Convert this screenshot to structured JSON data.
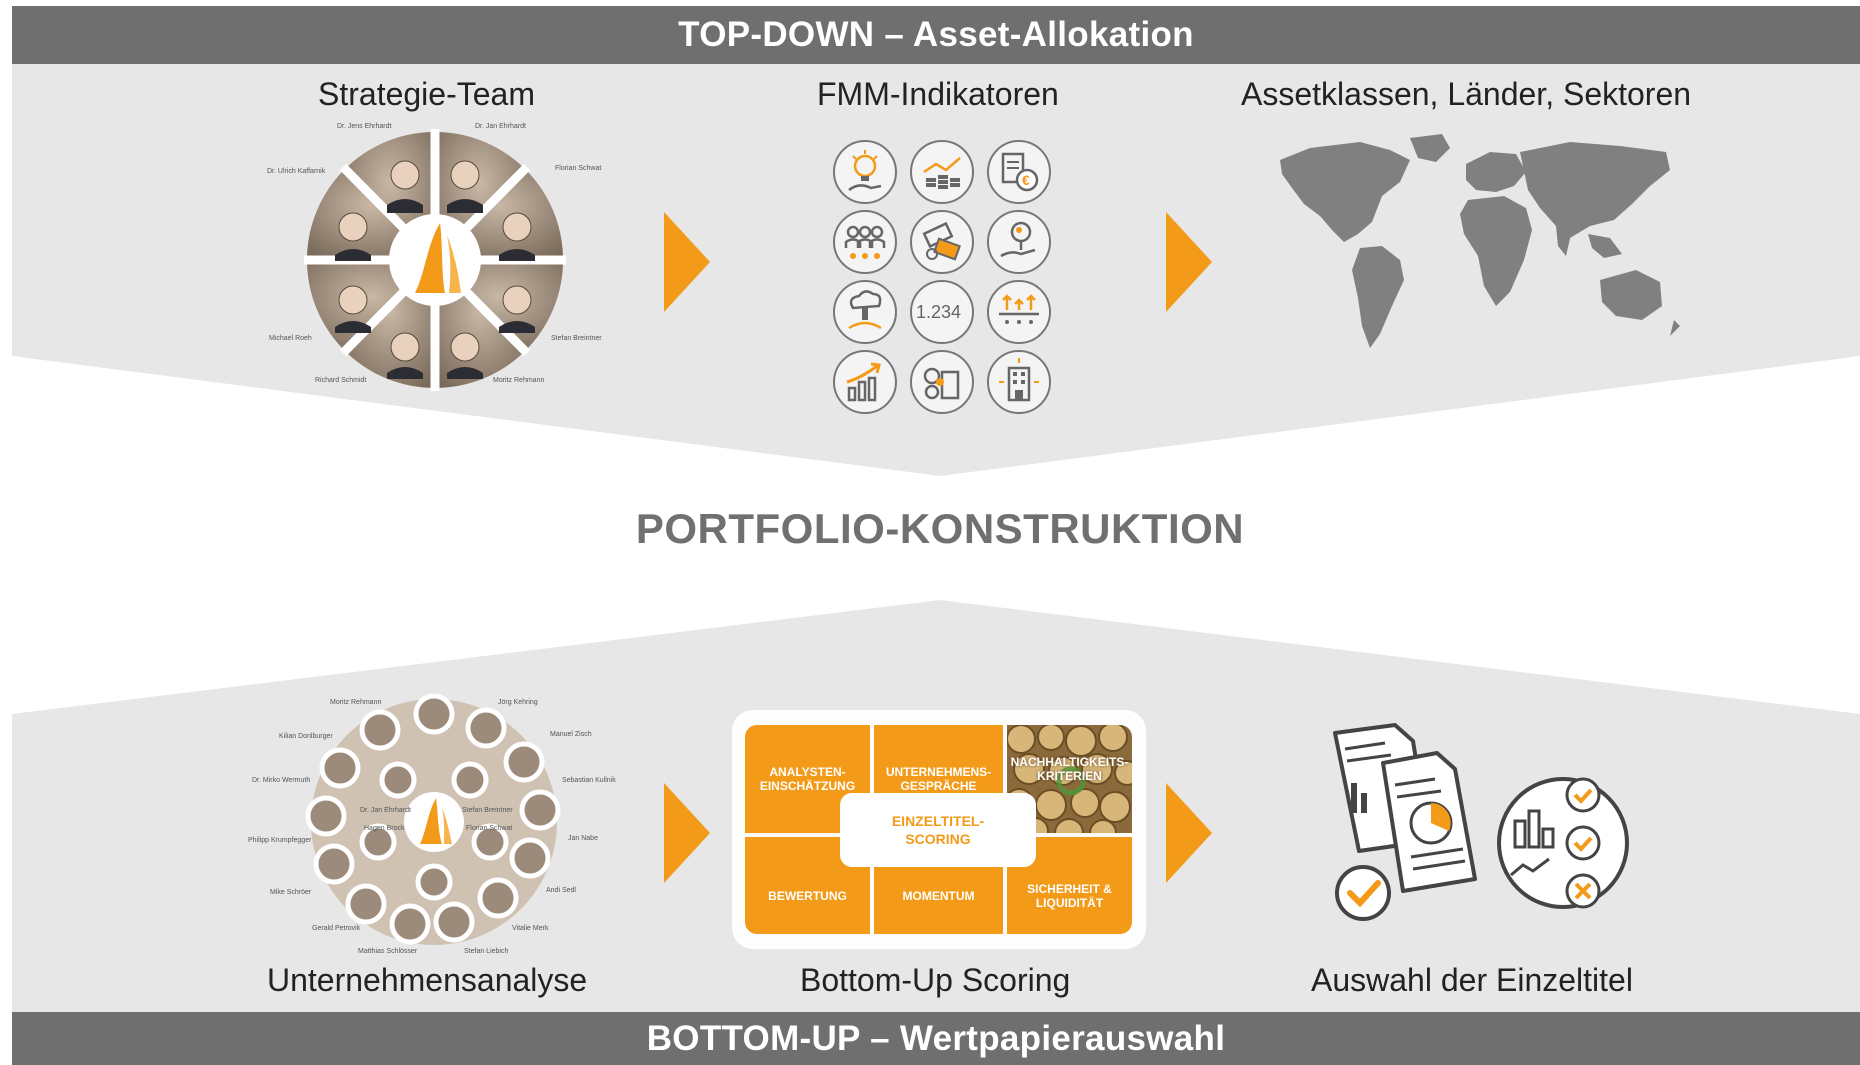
{
  "top_band": "TOP-DOWN – Asset-Allokation",
  "bottom_band": "BOTTOM-UP – Wertpapierauswahl",
  "center_title": "PORTFOLIO-KONSTRUKTION",
  "top": {
    "col1_title": "Strategie-Team",
    "col2_title": "FMM-Indikatoren",
    "col3_title": "Assetklassen, Länder, Sektoren",
    "team_names": [
      "Dr. Jens Ehrhardt",
      "Dr. Jan Ehrhardt",
      "Florian Schwat",
      "Stefan Breintner",
      "Moritz Rehmann",
      "Richard Schmidt",
      "Michael Roeh",
      "Dr. Ulrich Kaffarnik"
    ],
    "indicator_number": "1.234"
  },
  "bottom": {
    "col1_title": "Unternehmensanalyse",
    "col2_title": "Bottom-Up Scoring",
    "col3_title": "Auswahl der Einzeltitel",
    "analyst_names": [
      "Moritz Rehmann",
      "Jörg Kehring",
      "Kilian Donlburger",
      "Manuel Zisch",
      "Dr. Mirko Wermuth",
      "Sebastian Kullnik",
      "Philipp Krumpfegger",
      "Jan Nabe",
      "Mike Schröer",
      "Andi Sedl",
      "Gerald Petrovik",
      "Vitalie Merk",
      "Matthias Schlösser",
      "Stefan Liebich",
      "Dr. Jan Ehrhardt",
      "Stefan Breintner",
      "Hagen Brock",
      "Florian Schwat"
    ],
    "scoring": {
      "cell_1": "ANALYSTEN-\nEINSCHÄTZUNG",
      "cell_2": "UNTERNEHMENS-\nGESPRÄCHE",
      "cell_3": "NACHHALTIGKEITS-\nKRITERIEN",
      "cell_4": "BEWERTUNG",
      "cell_5": "MOMENTUM",
      "cell_6": "SICHERHEIT &\nLIQUIDITÄT",
      "center": "EINZELTITEL-\nSCORING"
    }
  },
  "colors": {
    "accent": "#f39a18",
    "band": "#6f6f6f",
    "panel": "#e7e7e7",
    "map": "#808080"
  },
  "icons": [
    "lightbulb-hand-icon",
    "coin-stack-chart-icon",
    "euro-document-icon",
    "people-stars-icon",
    "money-exchange-icon",
    "tree-hand-icon",
    "nuclear-cloud-icon",
    "number-display-icon",
    "arrows-up-icon",
    "growth-chart-icon",
    "gears-building-icon",
    "office-building-icon"
  ]
}
